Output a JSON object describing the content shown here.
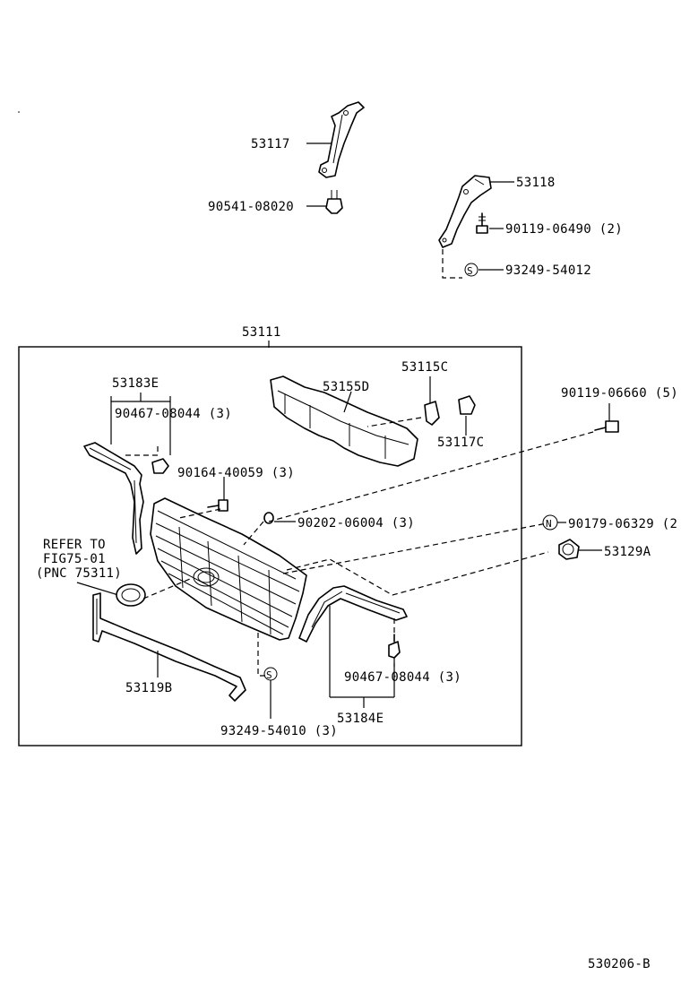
{
  "labels": {
    "p53117": "53117",
    "p90541": "90541-08020",
    "p53118": "53118",
    "p90119a": "90119-06490 (2)",
    "p93249a_sym": "S",
    "p93249a": "93249-54012",
    "p53111": "53111",
    "p53183e": "53183E",
    "p90467a": "90467-08044 (3)",
    "p53155d": "53155D",
    "p53115c": "53115C",
    "p53117c": "53117C",
    "p90119b": "90119-06660 (5)",
    "p90164": "90164-40059 (3)",
    "p90202": "90202-06004 (3)",
    "p90179_sym": "N",
    "p90179": "90179-06329 (2",
    "p53129a": "53129A",
    "refer1": "REFER TO",
    "refer2": "FIG75-01",
    "refer3": "(PNC 75311)",
    "p53119b": "53119B",
    "p90467b": "90467-08044 (3)",
    "p93249b_sym": "S",
    "p93249b": "93249-54010 (3)",
    "p53184e": "53184E",
    "figure_code": "530206-B"
  }
}
